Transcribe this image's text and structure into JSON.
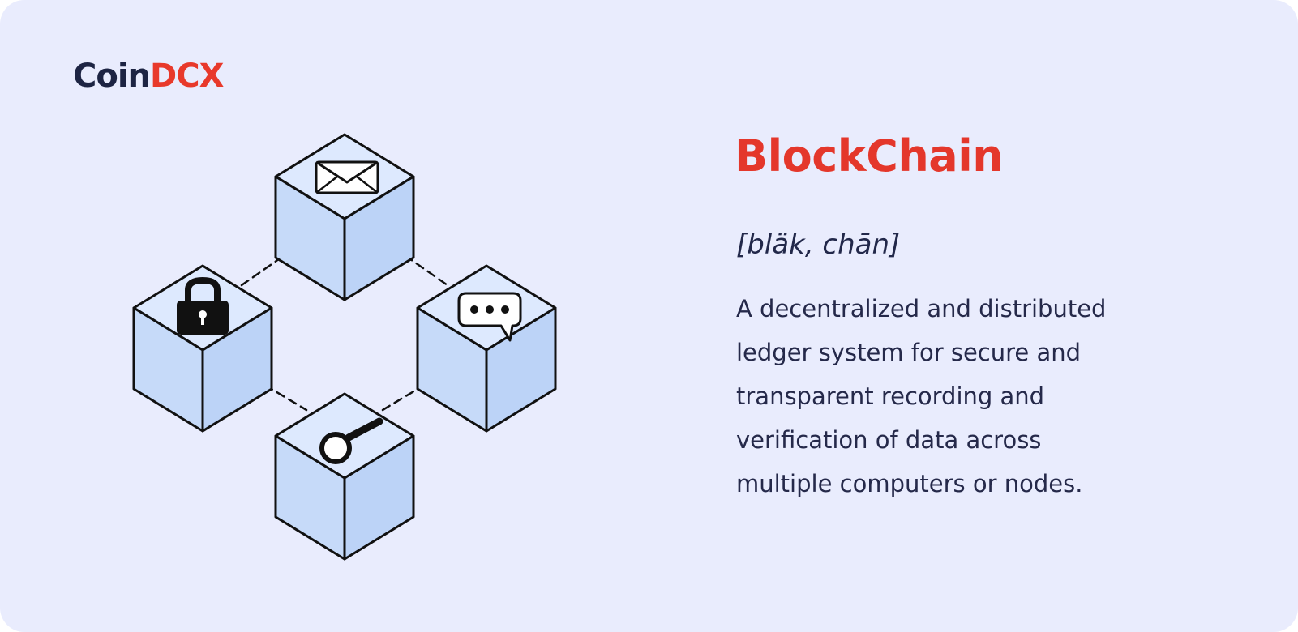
{
  "brand": {
    "part1": "Coin",
    "part2": "DCX",
    "color_dark": "#1d2443",
    "color_accent": "#e8392b"
  },
  "definition": {
    "term": "BlockChain",
    "pronunciation": "[bläk, chān]",
    "description_lines": [
      "A decentralized and distributed",
      "ledger system for secure and",
      "transparent recording and",
      "verification of data across",
      "multiple computers or nodes."
    ]
  },
  "illustration": {
    "block_icons": [
      "envelope-icon",
      "padlock-icon",
      "chat-bubble-icon",
      "magnifier-icon"
    ],
    "cube_face_color": "#c8dcfb",
    "stroke_color": "#111111"
  },
  "colors": {
    "background": "#e9ecfd",
    "title": "#e4372b",
    "text": "#25294a"
  }
}
